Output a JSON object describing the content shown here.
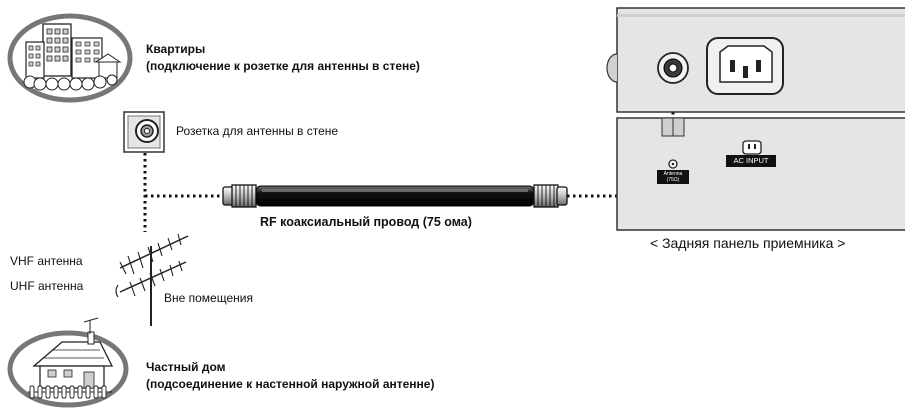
{
  "apartment": {
    "icon": "apartment-buildings-icon",
    "title": "Квартиры",
    "subtitle": "(подключение к розетке для антенны в стене)"
  },
  "wall_socket": {
    "icon": "wall-antenna-socket-icon",
    "label": "Розетка для антенны в стене"
  },
  "cable": {
    "icon": "coaxial-cable-icon",
    "label": "RF коаксиальный провод (75 ома)"
  },
  "outdoor_antenna": {
    "icon": "outdoor-antenna-icon",
    "vhf_label": "VHF антенна",
    "uhf_label": "UHF антенна",
    "location_label": "Вне помещения"
  },
  "house": {
    "icon": "private-house-icon",
    "title": "Частный дом",
    "subtitle": "(подсоединение к настенной наружной антенне)"
  },
  "receiver_panel": {
    "antenna_port_label": "Antenna (75Ω)",
    "ac_input_label": "AC INPUT",
    "caption": "< Задняя панель приемника >"
  }
}
